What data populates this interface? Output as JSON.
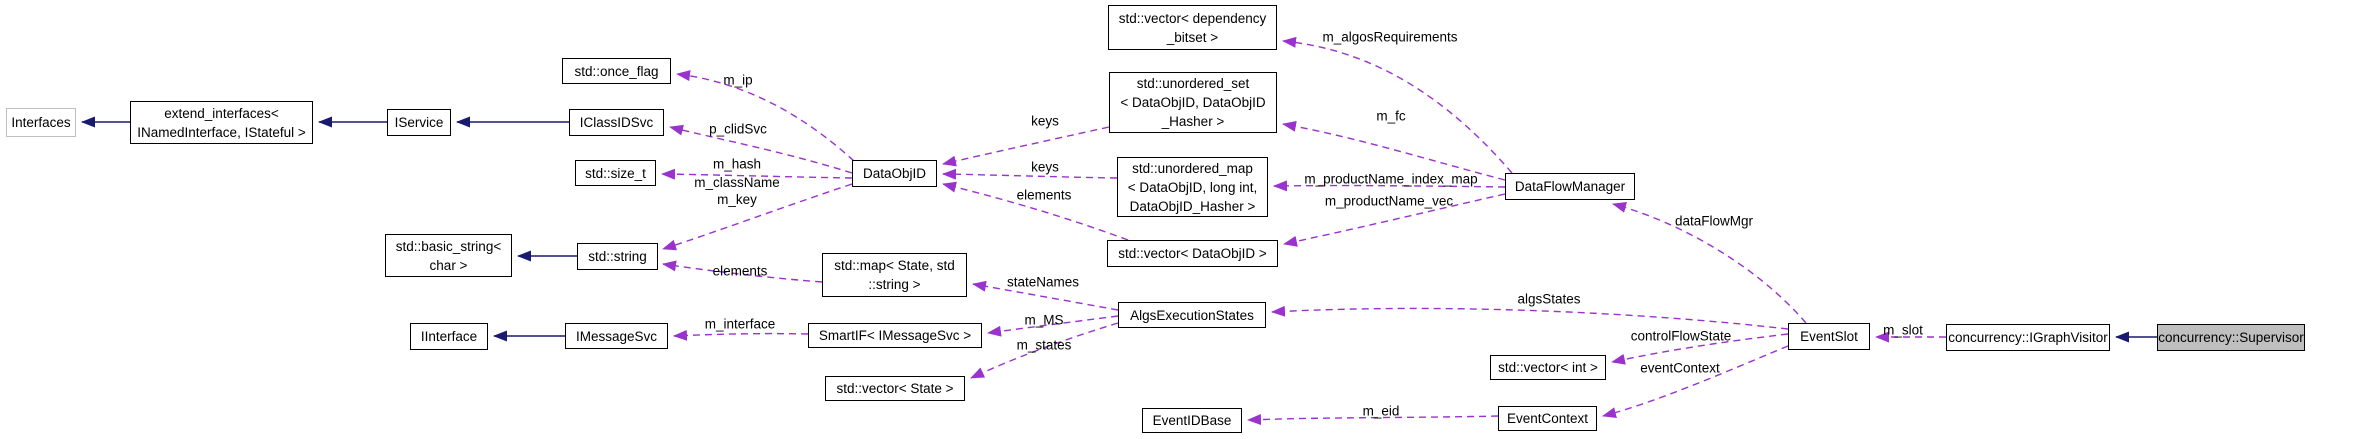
{
  "diagram": {
    "kind": "collaboration-graph",
    "highlighted_node": "concurrency::Supervisor",
    "colors": {
      "background": "#ffffff",
      "inheritance_edge": "#191970",
      "usage_edge": "#9a32cd",
      "node_border": "#000000",
      "node_background": "#ffffff",
      "external_node_border": "#bfbfbf",
      "highlight_node_fill": "#bfbfbf",
      "text": "#000000"
    },
    "nodes": [
      {
        "id": "interfaces",
        "label": "Interfaces",
        "style": "external"
      },
      {
        "id": "extend_interfaces",
        "label": "extend_interfaces<\n INamedInterface, IStateful >"
      },
      {
        "id": "iservice",
        "label": "IService"
      },
      {
        "id": "once_flag",
        "label": "std::once_flag"
      },
      {
        "id": "iclassidsvc",
        "label": "IClassIDSvc"
      },
      {
        "id": "size_t",
        "label": "std::size_t"
      },
      {
        "id": "basic_string",
        "label": "std::basic_string<\n char >"
      },
      {
        "id": "string",
        "label": "std::string"
      },
      {
        "id": "dataobjid",
        "label": "DataObjID"
      },
      {
        "id": "vec_dep",
        "label": "std::vector< dependency\n_bitset >"
      },
      {
        "id": "uset",
        "label": "std::unordered_set\n< DataObjID, DataObjID\n_Hasher >"
      },
      {
        "id": "umap",
        "label": "std::unordered_map\n< DataObjID, long int,\n DataObjID_Hasher >"
      },
      {
        "id": "vec_dataobjid",
        "label": "std::vector< DataObjID >"
      },
      {
        "id": "map_state",
        "label": "std::map< State, std\n::string >"
      },
      {
        "id": "iinterface",
        "label": "IInterface"
      },
      {
        "id": "imessagesvc",
        "label": "IMessageSvc"
      },
      {
        "id": "smartif",
        "label": "SmartIF< IMessageSvc >"
      },
      {
        "id": "vec_state",
        "label": "std::vector< State >"
      },
      {
        "id": "algsexec",
        "label": "AlgsExecutionStates"
      },
      {
        "id": "dataflow",
        "label": "DataFlowManager"
      },
      {
        "id": "eventslot",
        "label": "EventSlot"
      },
      {
        "id": "vec_int",
        "label": "std::vector< int >"
      },
      {
        "id": "eventcontext",
        "label": "EventContext"
      },
      {
        "id": "eventidbase",
        "label": "EventIDBase"
      },
      {
        "id": "igraphvisitor",
        "label": "concurrency::IGraphVisitor"
      },
      {
        "id": "supervisor",
        "label": "concurrency::Supervisor",
        "style": "highlight"
      }
    ],
    "edges": [
      {
        "from": "extend_interfaces",
        "to": "interfaces",
        "type": "inheritance"
      },
      {
        "from": "iservice",
        "to": "extend_interfaces",
        "type": "inheritance"
      },
      {
        "from": "iclassidsvc",
        "to": "iservice",
        "type": "inheritance"
      },
      {
        "from": "string",
        "to": "basic_string",
        "type": "inheritance"
      },
      {
        "from": "imessagesvc",
        "to": "iinterface",
        "type": "inheritance"
      },
      {
        "from": "supervisor",
        "to": "igraphvisitor",
        "type": "inheritance"
      },
      {
        "from": "dataobjid",
        "to": "once_flag",
        "type": "usage",
        "label": "m_ip"
      },
      {
        "from": "dataobjid",
        "to": "iclassidsvc",
        "type": "usage",
        "label": "p_clidSvc"
      },
      {
        "from": "dataobjid",
        "to": "size_t",
        "type": "usage",
        "label": "m_hash"
      },
      {
        "from": "dataobjid",
        "to": "string",
        "type": "usage",
        "label": "m_className\nm_key"
      },
      {
        "from": "uset",
        "to": "dataobjid",
        "type": "usage",
        "label": "keys"
      },
      {
        "from": "umap",
        "to": "dataobjid",
        "type": "usage",
        "label": "keys"
      },
      {
        "from": "vec_dataobjid",
        "to": "dataobjid",
        "type": "usage",
        "label": "elements"
      },
      {
        "from": "map_state",
        "to": "string",
        "type": "usage",
        "label": "elements"
      },
      {
        "from": "dataflow",
        "to": "vec_dep",
        "type": "usage",
        "label": "m_algosRequirements"
      },
      {
        "from": "dataflow",
        "to": "uset",
        "type": "usage",
        "label": "m_fc"
      },
      {
        "from": "dataflow",
        "to": "umap",
        "type": "usage",
        "label": "m_productName_index_map"
      },
      {
        "from": "dataflow",
        "to": "vec_dataobjid",
        "type": "usage",
        "label": "m_productName_vec"
      },
      {
        "from": "algsexec",
        "to": "map_state",
        "type": "usage",
        "label": "stateNames"
      },
      {
        "from": "algsexec",
        "to": "smartif",
        "type": "usage",
        "label": "m_MS"
      },
      {
        "from": "algsexec",
        "to": "vec_state",
        "type": "usage",
        "label": "m_states"
      },
      {
        "from": "smartif",
        "to": "imessagesvc",
        "type": "usage",
        "label": "m_interface"
      },
      {
        "from": "eventslot",
        "to": "algsexec",
        "type": "usage",
        "label": "algsStates"
      },
      {
        "from": "eventslot",
        "to": "vec_int",
        "type": "usage",
        "label": "controlFlowState"
      },
      {
        "from": "eventslot",
        "to": "eventcontext",
        "type": "usage",
        "label": "eventContext"
      },
      {
        "from": "eventslot",
        "to": "dataflow",
        "type": "usage",
        "label": "dataFlowMgr"
      },
      {
        "from": "eventcontext",
        "to": "eventidbase",
        "type": "usage",
        "label": "m_eid"
      },
      {
        "from": "igraphvisitor",
        "to": "eventslot",
        "type": "usage",
        "label": "m_slot"
      }
    ]
  }
}
